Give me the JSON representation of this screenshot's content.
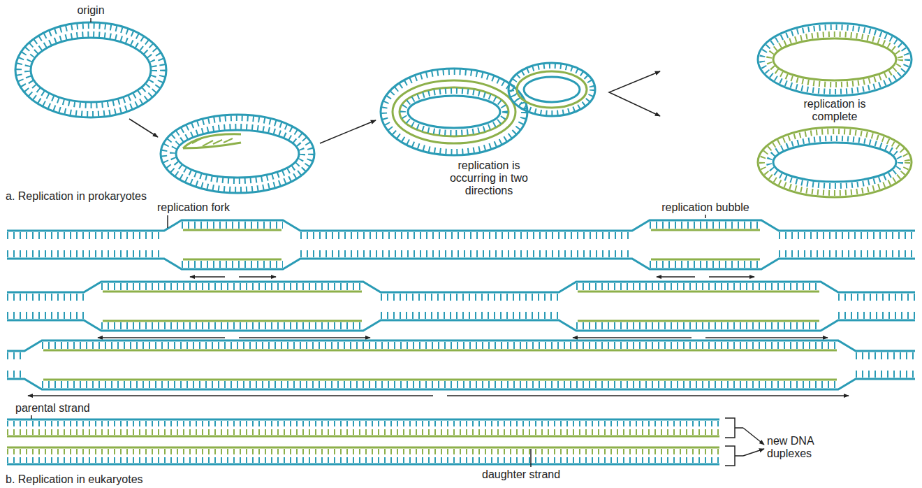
{
  "diagram": {
    "labels": [
      "origin",
      "replication is occurring in two directions",
      "replication is complete",
      "a. Replication in prokaryotes",
      "replication fork",
      "replication bubble",
      "parental strand",
      "new DNA duplexes",
      "daughter strand",
      "b. Replication in eukaryotes"
    ]
  }
}
